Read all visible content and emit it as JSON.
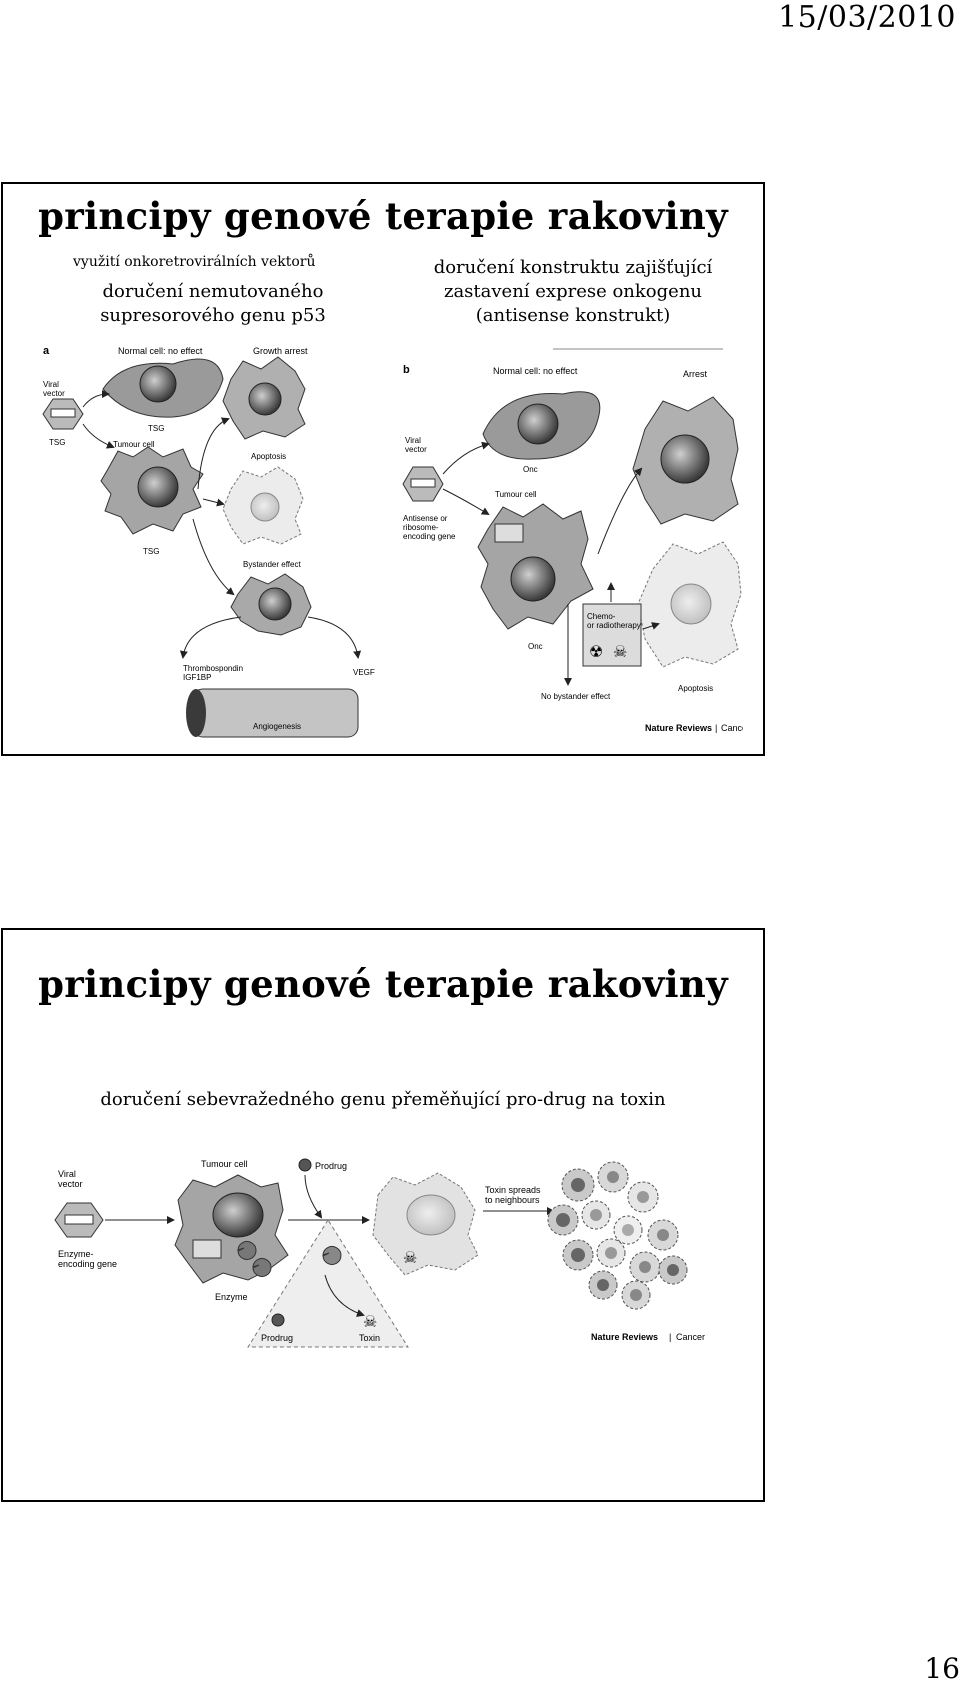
{
  "header": {
    "date": "15/03/2010"
  },
  "footer": {
    "page_number": "16"
  },
  "slide1": {
    "title": "principy genové terapie rakoviny",
    "subtitle_small": "využití onkoretrovirálních vektorů",
    "left_caption": [
      "doručení nemutovaného",
      "supresorového genu p53"
    ],
    "right_caption": [
      "doručení konstruktu zajišťující",
      "zastavení exprese onkogenu",
      "(antisense konstrukt)"
    ],
    "figure": {
      "panel_a": {
        "letter": "a",
        "labels": {
          "normal_cell": "Normal cell: no effect",
          "growth_arrest": "Growth arrest",
          "viral_vector": [
            "Viral",
            "vector"
          ],
          "tsg": "TSG",
          "tumour_cell": "Tumour cell",
          "apoptosis": "Apoptosis",
          "bystander": "Bystander effect",
          "thrombospondin": [
            "Thrombospondin",
            "IGF1BP"
          ],
          "vegf": "VEGF",
          "angiogenesis": "Angiogenesis"
        }
      },
      "panel_b": {
        "letter": "b",
        "labels": {
          "normal_cell": "Normal cell: no effect",
          "arrest": "Arrest",
          "viral_vector": [
            "Viral",
            "vector"
          ],
          "onc": "Onc",
          "tumour_cell": "Tumour cell",
          "antisense": [
            "Antisense or",
            "ribosome-",
            "encoding gene"
          ],
          "chemo": [
            "Chemo-",
            "or radiotherapy"
          ],
          "no_bystander": "No bystander effect",
          "apoptosis": "Apoptosis"
        }
      },
      "credit": {
        "brand": "Nature Reviews",
        "journal": "Cancer"
      }
    }
  },
  "slide2": {
    "title": "principy genové terapie rakoviny",
    "caption": "doručení sebevražedného genu přeměňující pro-drug na toxin",
    "figure": {
      "labels": {
        "viral_vector": [
          "Viral",
          "vector"
        ],
        "tumour_cell": "Tumour cell",
        "prodrug_top": "Prodrug",
        "enzyme_gene": [
          "Enzyme-",
          "encoding gene"
        ],
        "enzyme": "Enzyme",
        "prodrug_bottom": "Prodrug",
        "toxin": "Toxin",
        "toxin_spreads": [
          "Toxin spreads",
          "to neighbours"
        ]
      },
      "credit": {
        "brand": "Nature Reviews",
        "journal": "Cancer"
      }
    }
  }
}
